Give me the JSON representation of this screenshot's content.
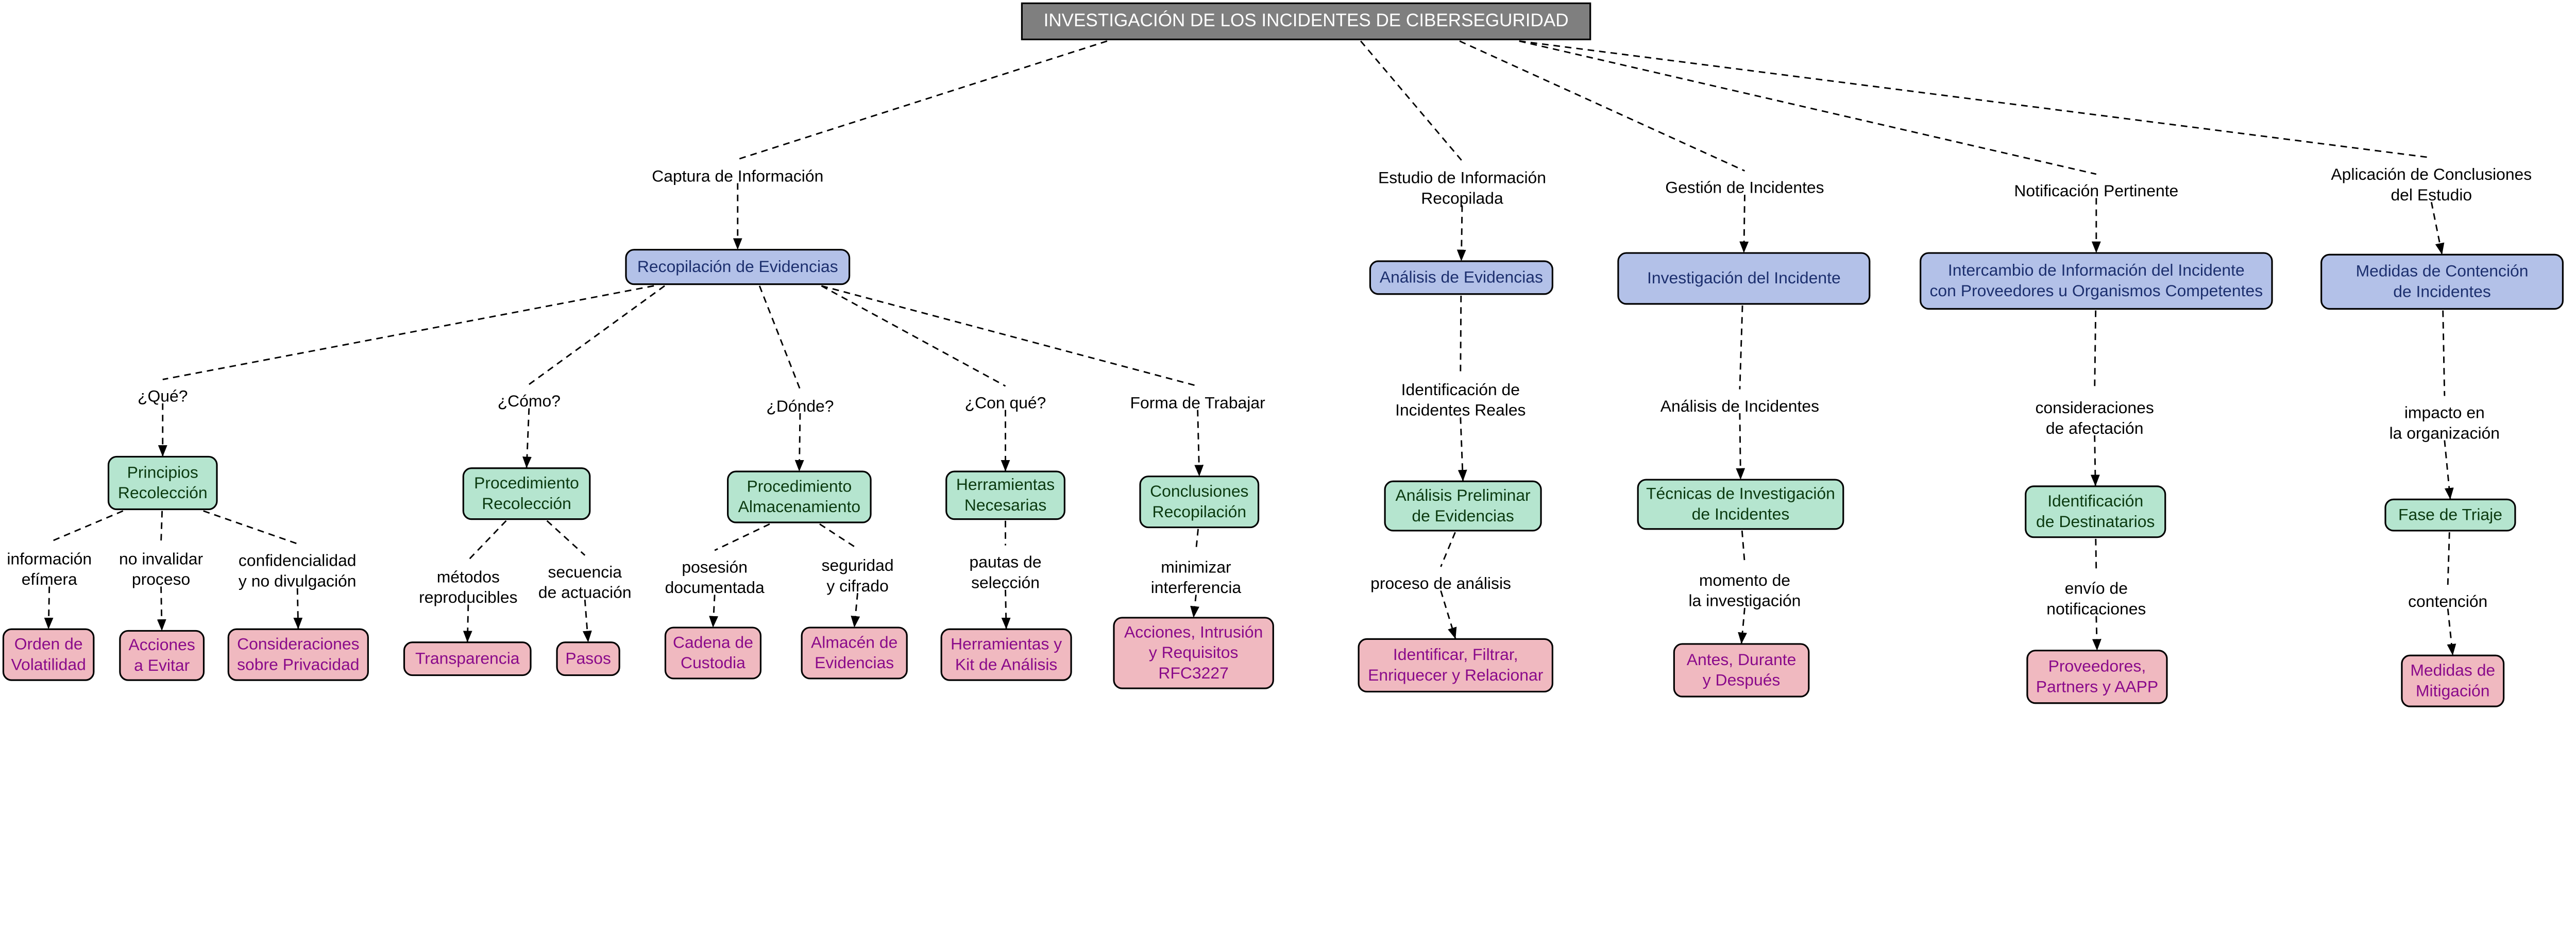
{
  "colors": {
    "title_fill": "#7f7f7f",
    "title_text": "#ffffff",
    "blue_fill": "#b3c1e8",
    "blue_text": "#1c2f6e",
    "green_fill": "#b5e5cf",
    "green_text": "#0b3a10",
    "pink_fill": "#f0b9c0",
    "pink_text": "#8a0a8a",
    "line": "#000000"
  },
  "nodes": [
    {
      "id": "root",
      "kind": "title",
      "lines": [
        "INVESTIGACIÓN DE LOS INCIDENTES DE CIBERSEGURIDAD"
      ]
    },
    {
      "id": "p_captura",
      "kind": "phrase",
      "lines": [
        "Captura de Información"
      ]
    },
    {
      "id": "p_estudio",
      "kind": "phrase",
      "lines": [
        "Estudio de Información",
        "Recopilada"
      ]
    },
    {
      "id": "p_gestion",
      "kind": "phrase",
      "lines": [
        "Gestión de Incidentes"
      ]
    },
    {
      "id": "p_notif",
      "kind": "phrase",
      "lines": [
        "Notificación Pertinente"
      ]
    },
    {
      "id": "p_aplic",
      "kind": "phrase",
      "lines": [
        "Aplicación de Conclusiones",
        "del Estudio"
      ]
    },
    {
      "id": "c_recop",
      "kind": "blue",
      "lines": [
        "Recopilación de Evidencias"
      ]
    },
    {
      "id": "c_analisis",
      "kind": "blue",
      "lines": [
        "Análisis de Evidencias"
      ]
    },
    {
      "id": "c_invest",
      "kind": "blue",
      "lines": [
        "Investigación del Incidente"
      ]
    },
    {
      "id": "c_intercambio",
      "kind": "blue",
      "lines": [
        "Intercambio de Información del Incidente",
        "con Proveedores u Organismos Competentes"
      ]
    },
    {
      "id": "c_medidas",
      "kind": "blue",
      "lines": [
        "Medidas de Contención",
        "de Incidentes"
      ]
    },
    {
      "id": "p_que",
      "kind": "phrase",
      "lines": [
        "¿Qué?"
      ]
    },
    {
      "id": "p_como",
      "kind": "phrase",
      "lines": [
        "¿Cómo?"
      ]
    },
    {
      "id": "p_donde",
      "kind": "phrase",
      "lines": [
        "¿Dónde?"
      ]
    },
    {
      "id": "p_conque",
      "kind": "phrase",
      "lines": [
        "¿Con qué?"
      ]
    },
    {
      "id": "p_forma",
      "kind": "phrase",
      "lines": [
        "Forma de Trabajar"
      ]
    },
    {
      "id": "p_identif",
      "kind": "phrase",
      "lines": [
        "Identificación de",
        "Incidentes Reales"
      ]
    },
    {
      "id": "p_anainc",
      "kind": "phrase",
      "lines": [
        "Análisis de Incidentes"
      ]
    },
    {
      "id": "p_consid",
      "kind": "phrase",
      "lines": [
        "consideraciones",
        "de afectación"
      ]
    },
    {
      "id": "p_impacto",
      "kind": "phrase",
      "lines": [
        "impacto en",
        "la organización"
      ]
    },
    {
      "id": "g_principios",
      "kind": "green",
      "lines": [
        "Principios",
        "Recolección"
      ]
    },
    {
      "id": "g_procrec",
      "kind": "green",
      "lines": [
        "Procedimiento",
        "Recolección"
      ]
    },
    {
      "id": "g_procalm",
      "kind": "green",
      "lines": [
        "Procedimiento",
        "Almacenamiento"
      ]
    },
    {
      "id": "g_herr",
      "kind": "green",
      "lines": [
        "Herramientas",
        "Necesarias"
      ]
    },
    {
      "id": "g_concl",
      "kind": "green",
      "lines": [
        "Conclusiones",
        "Recopilación"
      ]
    },
    {
      "id": "g_anaprel",
      "kind": "green",
      "lines": [
        "Análisis Preliminar",
        "de Evidencias"
      ]
    },
    {
      "id": "g_tecnicas",
      "kind": "green",
      "lines": [
        "Técnicas de Investigación",
        "de Incidentes"
      ]
    },
    {
      "id": "g_destin",
      "kind": "green",
      "lines": [
        "Identificación",
        "de Destinatarios"
      ]
    },
    {
      "id": "g_triaje",
      "kind": "green",
      "lines": [
        "Fase de Triaje"
      ]
    },
    {
      "id": "p_efimera",
      "kind": "phrase",
      "lines": [
        "información",
        "efímera"
      ]
    },
    {
      "id": "p_noinval",
      "kind": "phrase",
      "lines": [
        "no invalidar",
        "proceso"
      ]
    },
    {
      "id": "p_confid",
      "kind": "phrase",
      "lines": [
        "confidencialidad",
        "y no divulgación"
      ]
    },
    {
      "id": "p_metodos",
      "kind": "phrase",
      "lines": [
        "métodos",
        "reproducibles"
      ]
    },
    {
      "id": "p_secuencia",
      "kind": "phrase",
      "lines": [
        "secuencia",
        "de actuación"
      ]
    },
    {
      "id": "p_posesion",
      "kind": "phrase",
      "lines": [
        "posesión",
        "documentada"
      ]
    },
    {
      "id": "p_seguridad",
      "kind": "phrase",
      "lines": [
        "seguridad",
        "y cifrado"
      ]
    },
    {
      "id": "p_pautas",
      "kind": "phrase",
      "lines": [
        "pautas de",
        "selección"
      ]
    },
    {
      "id": "p_minimizar",
      "kind": "phrase",
      "lines": [
        "minimizar",
        "interferencia"
      ]
    },
    {
      "id": "p_proceso",
      "kind": "phrase",
      "lines": [
        "proceso de análisis"
      ]
    },
    {
      "id": "p_momento",
      "kind": "phrase",
      "lines": [
        "momento de",
        "la investigación"
      ]
    },
    {
      "id": "p_envio",
      "kind": "phrase",
      "lines": [
        "envío de",
        "notificaciones"
      ]
    },
    {
      "id": "p_contencion",
      "kind": "phrase",
      "lines": [
        "contención"
      ]
    },
    {
      "id": "r_orden",
      "kind": "pink",
      "lines": [
        "Orden de",
        "Volatilidad"
      ]
    },
    {
      "id": "r_acciones",
      "kind": "pink",
      "lines": [
        "Acciones",
        "a Evitar"
      ]
    },
    {
      "id": "r_privacidad",
      "kind": "pink",
      "lines": [
        "Consideraciones",
        "sobre Privacidad"
      ]
    },
    {
      "id": "r_transp",
      "kind": "pink",
      "lines": [
        "Transparencia"
      ]
    },
    {
      "id": "r_pasos",
      "kind": "pink",
      "lines": [
        "Pasos"
      ]
    },
    {
      "id": "r_cadena",
      "kind": "pink",
      "lines": [
        "Cadena de",
        "Custodia"
      ]
    },
    {
      "id": "r_almacen",
      "kind": "pink",
      "lines": [
        "Almacén de",
        "Evidencias"
      ]
    },
    {
      "id": "r_kit",
      "kind": "pink",
      "lines": [
        "Herramientas y",
        "Kit de Análisis"
      ]
    },
    {
      "id": "r_rfc",
      "kind": "pink",
      "lines": [
        "Acciones, Intrusión",
        "y Requisitos",
        "RFC3227"
      ]
    },
    {
      "id": "r_identif",
      "kind": "pink",
      "lines": [
        "Identificar, Filtrar,",
        "Enriquecer y Relacionar"
      ]
    },
    {
      "id": "r_antes",
      "kind": "pink",
      "lines": [
        "Antes, Durante",
        "y Después"
      ]
    },
    {
      "id": "r_proveed",
      "kind": "pink",
      "lines": [
        "Proveedores,",
        "Partners y AAPP"
      ]
    },
    {
      "id": "r_mitig",
      "kind": "pink",
      "lines": [
        "Medidas de",
        "Mitigación"
      ]
    }
  ],
  "edges": [
    [
      "root",
      "p_captura"
    ],
    [
      "root",
      "p_estudio"
    ],
    [
      "root",
      "p_gestion"
    ],
    [
      "root",
      "p_notif"
    ],
    [
      "root",
      "p_aplic"
    ],
    [
      "p_captura",
      "c_recop"
    ],
    [
      "p_estudio",
      "c_analisis"
    ],
    [
      "p_gestion",
      "c_invest"
    ],
    [
      "p_notif",
      "c_intercambio"
    ],
    [
      "p_aplic",
      "c_medidas"
    ],
    [
      "c_recop",
      "p_que"
    ],
    [
      "c_recop",
      "p_como"
    ],
    [
      "c_recop",
      "p_donde"
    ],
    [
      "c_recop",
      "p_conque"
    ],
    [
      "c_recop",
      "p_forma"
    ],
    [
      "c_analisis",
      "p_identif"
    ],
    [
      "c_invest",
      "p_anainc"
    ],
    [
      "c_intercambio",
      "p_consid"
    ],
    [
      "c_medidas",
      "p_impacto"
    ],
    [
      "p_que",
      "g_principios"
    ],
    [
      "p_como",
      "g_procrec"
    ],
    [
      "p_donde",
      "g_procalm"
    ],
    [
      "p_conque",
      "g_herr"
    ],
    [
      "p_forma",
      "g_concl"
    ],
    [
      "p_identif",
      "g_anaprel"
    ],
    [
      "p_anainc",
      "g_tecnicas"
    ],
    [
      "p_consid",
      "g_destin"
    ],
    [
      "p_impacto",
      "g_triaje"
    ],
    [
      "g_principios",
      "p_efimera"
    ],
    [
      "g_principios",
      "p_noinval"
    ],
    [
      "g_principios",
      "p_confid"
    ],
    [
      "g_procrec",
      "p_metodos"
    ],
    [
      "g_procrec",
      "p_secuencia"
    ],
    [
      "g_procalm",
      "p_posesion"
    ],
    [
      "g_procalm",
      "p_seguridad"
    ],
    [
      "g_herr",
      "p_pautas"
    ],
    [
      "g_concl",
      "p_minimizar"
    ],
    [
      "g_anaprel",
      "p_proceso"
    ],
    [
      "g_tecnicas",
      "p_momento"
    ],
    [
      "g_destin",
      "p_envio"
    ],
    [
      "g_triaje",
      "p_contencion"
    ],
    [
      "p_efimera",
      "r_orden"
    ],
    [
      "p_noinval",
      "r_acciones"
    ],
    [
      "p_confid",
      "r_privacidad"
    ],
    [
      "p_metodos",
      "r_transp"
    ],
    [
      "p_secuencia",
      "r_pasos"
    ],
    [
      "p_posesion",
      "r_cadena"
    ],
    [
      "p_seguridad",
      "r_almacen"
    ],
    [
      "p_pautas",
      "r_kit"
    ],
    [
      "p_minimizar",
      "r_rfc"
    ],
    [
      "p_proceso",
      "r_identif"
    ],
    [
      "p_momento",
      "r_antes"
    ],
    [
      "p_envio",
      "r_proveed"
    ],
    [
      "p_contencion",
      "r_mitig"
    ]
  ]
}
